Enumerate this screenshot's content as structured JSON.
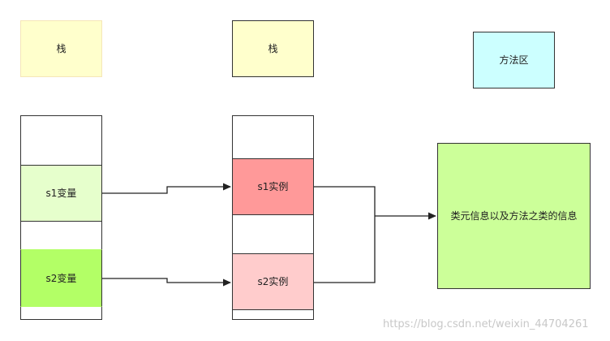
{
  "labels": {
    "stack_left": "栈",
    "stack_middle": "栈",
    "method_area": "方法区",
    "s1_variable": "s1变量",
    "s2_variable": "s2变量",
    "s1_instance": "s1实例",
    "s2_instance": "s2实例",
    "class_info": "类元信息以及方法之类的信息"
  },
  "watermark": "https://blog.csdn.net/weixin_44704261",
  "colors": {
    "stack_label_fill": "#ffffcc",
    "method_area_fill": "#ccffff",
    "s1_variable_fill": "#e6ffcc",
    "s2_variable_fill": "#b3ff66",
    "s1_instance_fill": "#ff9999",
    "s2_instance_fill": "#ffcccc",
    "class_info_fill": "#ccff99"
  }
}
